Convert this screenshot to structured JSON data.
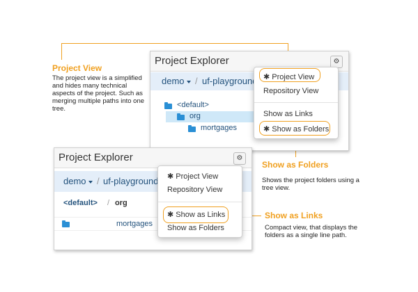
{
  "explorer_top": {
    "title": "Project Explorer",
    "gear": "gear-icon",
    "breadcrumb": {
      "org": "demo",
      "repo": "uf-playground"
    },
    "tree": [
      {
        "label": "<default>",
        "level": 0
      },
      {
        "label": "org",
        "level": 1,
        "selected": true
      },
      {
        "label": "mortgages",
        "level": 2
      }
    ],
    "menu": {
      "items": [
        "✱ Project View",
        "Repository View",
        "Show as Links",
        "✱ Show as Folders"
      ]
    }
  },
  "explorer_bottom": {
    "title": "Project Explorer",
    "gear": "gear-icon",
    "breadcrumb": {
      "org": "demo",
      "repo": "uf-playground"
    },
    "path": {
      "branch": "<default>",
      "sep": "/",
      "folder": "org"
    },
    "list": [
      {
        "label": "mortgages"
      }
    ],
    "menu": {
      "items": [
        "✱ Project View",
        "Repository View",
        "✱ Show as Links",
        "Show as Folders"
      ]
    }
  },
  "callouts": {
    "project_view": {
      "title": "Project View",
      "body": "The project view is a simplified and hides many technical aspects of the project. Such as merging multiple paths into one tree."
    },
    "show_folders": {
      "title": "Show as Folders",
      "body": "Shows the project folders using a tree view."
    },
    "show_links": {
      "title": "Show as Links",
      "body": "Compact view, that displays the folders as a single line path."
    }
  },
  "colors": {
    "accent": "#f0a020",
    "link": "#23527c",
    "folder": "#2a8fd5",
    "crumb_bg": "#e4eef9"
  }
}
